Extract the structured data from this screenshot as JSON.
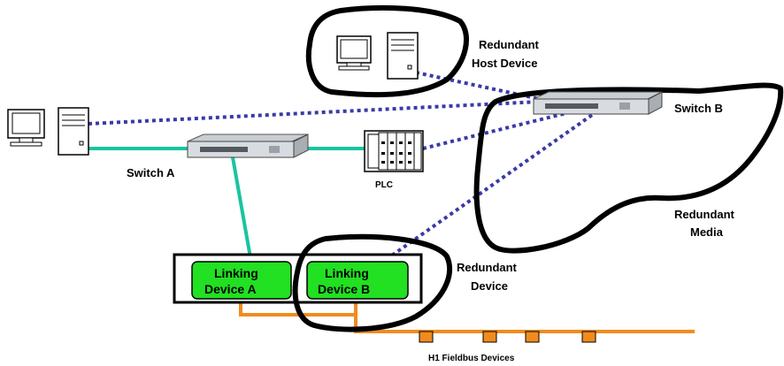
{
  "labels": {
    "redundant_host_line1": "Redundant",
    "redundant_host_line2": "Host Device",
    "switch_b": "Switch B",
    "switch_a": "Switch A",
    "plc": "PLC",
    "redundant_media_line1": "Redundant",
    "redundant_media_line2": "Media",
    "redundant_device_line1": "Redundant",
    "redundant_device_line2": "Device",
    "linking_a_line1": "Linking",
    "linking_a_line2": "Device A",
    "linking_b_line1": "Linking",
    "linking_b_line2": "Device B",
    "h1_fieldbus": "H1 Fieldbus Devices"
  },
  "colors": {
    "ethernet_primary": "#19c4a0",
    "ethernet_redundant": "#3a3aa8",
    "fieldbus": "#f08c1e",
    "linking_device": "#22e022"
  }
}
